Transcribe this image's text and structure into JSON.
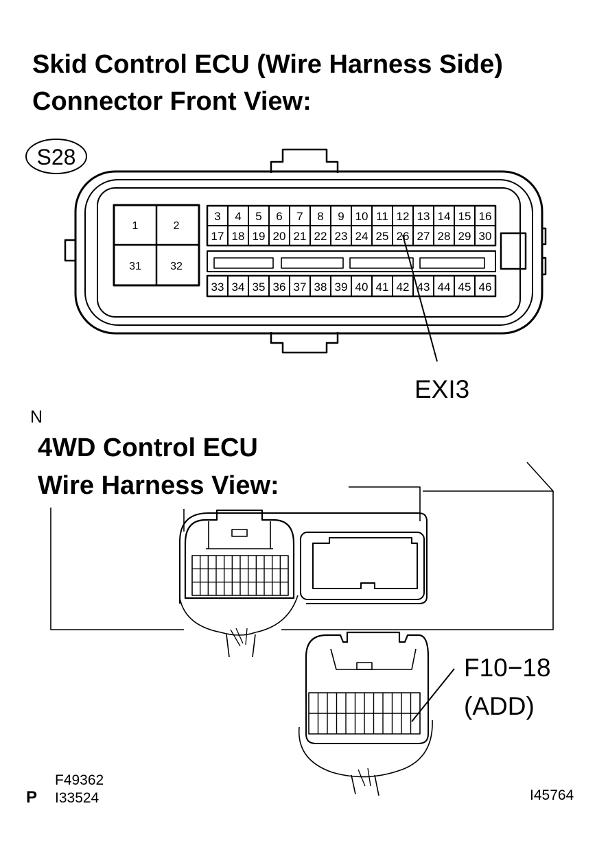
{
  "section1": {
    "title_line1": "Skid Control ECU (Wire Harness Side)",
    "title_line2": "Connector Front View:",
    "connector_code": "S28",
    "power_pins": [
      "1",
      "2",
      "31",
      "32"
    ],
    "pins_row1": [
      "3",
      "4",
      "5",
      "6",
      "7",
      "8",
      "9",
      "10",
      "11",
      "12",
      "13",
      "14",
      "15",
      "16"
    ],
    "pins_row2": [
      "17",
      "18",
      "19",
      "20",
      "21",
      "22",
      "23",
      "24",
      "25",
      "26",
      "27",
      "28",
      "29",
      "30"
    ],
    "pins_row3": [
      "33",
      "34",
      "35",
      "36",
      "37",
      "38",
      "39",
      "40",
      "41",
      "42",
      "43",
      "44",
      "45",
      "46"
    ],
    "callout_label": "EXI3",
    "callout_pin": "26"
  },
  "section2": {
    "marker": "N",
    "title_line1": "4WD Control ECU",
    "title_line2": "Wire Harness View:",
    "connector_label": "F10−18",
    "connector_note": "(ADD)"
  },
  "footer": {
    "marker": "P",
    "code_1": "F49362",
    "code_2": "I33524",
    "code_3": "I45764"
  },
  "colors": {
    "ink": "#000000",
    "paper": "#ffffff"
  }
}
